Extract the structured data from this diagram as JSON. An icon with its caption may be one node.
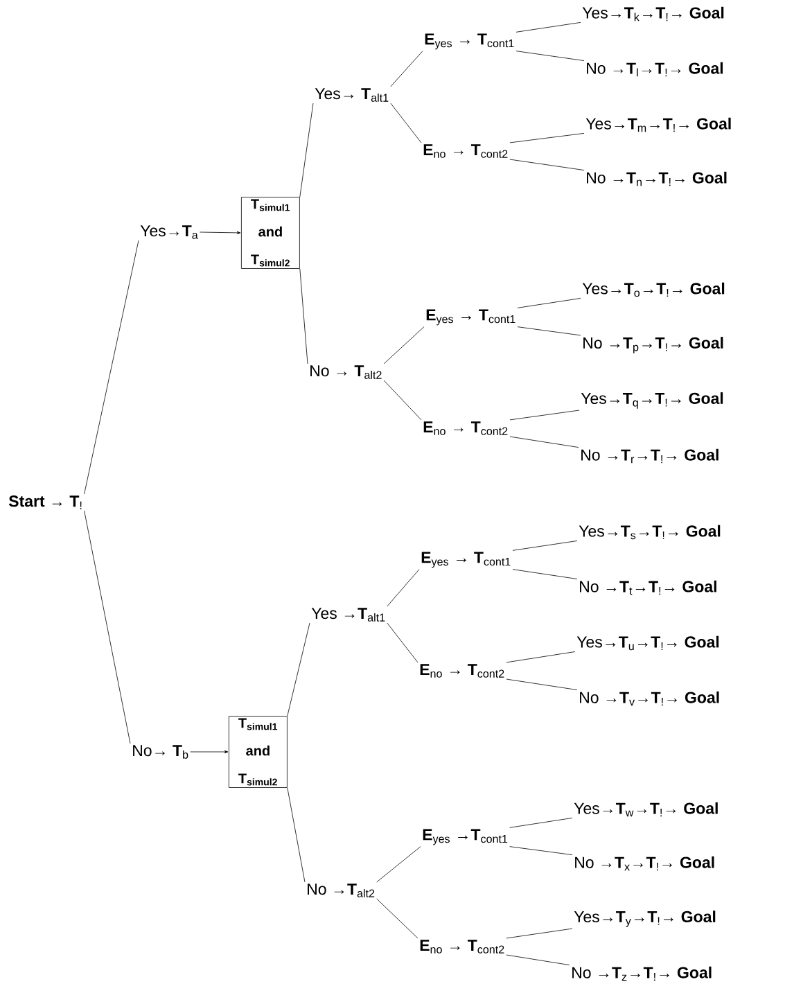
{
  "diagram": {
    "nodes": [
      {
        "text": [
          "**Start** → **T**$_{!}$"
        ]
      },
      {
        "text": [
          "Yes→**T**$_{a}$"
        ]
      },
      {
        "text": [
          "T$_{simul1}$ and T$_{simul2}$"
        ]
      },
      {
        "text": [
          "Yes→ **T**$_{alt1}$"
        ]
      },
      {
        "text": [
          "**E**$_{yes}$ → **T**$_{cont1}$"
        ]
      },
      {
        "text": [
          "Yes→**T**$_{k}$→**T**$_{!}$→ **Goal**"
        ]
      },
      {
        "text": [
          "No →**T**$_{l}$→**T**$_{!}$→ **Goal**"
        ]
      },
      {
        "text": [
          "**E**$_{no}$ → **T**$_{cont2}$"
        ]
      },
      {
        "text": [
          "Yes→**T**$_{m}$→**T**$_{!}$→ **Goal**"
        ]
      },
      {
        "text": [
          "No →**T**$_{n}$→**T**$_{!}$→ **Goal**"
        ]
      },
      {
        "text": [
          "No → **T**$_{alt2}$"
        ]
      },
      {
        "text": [
          "**E**$_{yes}$ → **T**$_{cont1}$"
        ]
      },
      {
        "text": [
          "Yes→**T**$_{o}$→**T**$_{!}$→ **Goal**"
        ]
      },
      {
        "text": [
          "No →**T**$_{p}$→**T**$_{!}$→ **Goal**"
        ]
      },
      {
        "text": [
          "**E**$_{no}$ → **T**$_{cont2}$"
        ]
      },
      {
        "text": [
          "Yes→**T**$_{q}$→**T**$_{!}$→ **Goal**"
        ]
      },
      {
        "text": [
          "No →**T**$_{r}$→**T**$_{!}$→ **Goal**"
        ]
      },
      {
        "text": [
          "No→ **T**$_{b}$"
        ]
      },
      {
        "text": [
          "T$_{simul1}$ and T$_{simul2}$"
        ]
      },
      {
        "text": [
          "Yes →**T**$_{alt1}$"
        ]
      },
      {
        "text": [
          "**E**$_{yes}$ → **T**$_{cont1}$"
        ]
      },
      {
        "text": [
          "Yes→**T**$_{s}$→**T**$_{!}$→ **Goal**"
        ]
      },
      {
        "text": [
          "No →**T**$_{t}$→**T**$_{!}$→ **Goal**"
        ]
      },
      {
        "text": [
          "**E**$_{no}$ → **T**$_{cont2}$"
        ]
      },
      {
        "text": [
          "Yes→**T**$_{u}$→**T**$_{!}$→ **Goal**"
        ]
      },
      {
        "text": [
          "No →**T**$_{v}$→**T**$_{!}$→ **Goal**"
        ]
      },
      {
        "text": [
          "No →**T**$_{alt2}$"
        ]
      },
      {
        "text": [
          "**E**$_{yes}$ →**T**$_{cont1}$"
        ]
      },
      {
        "text": [
          "Yes→**T**$_{w}$→**T**$_{!}$→ **Goal**"
        ]
      },
      {
        "text": [
          "No →**T**$_{x}$→**T**$_{!}$→ **Goal**"
        ]
      },
      {
        "text": [
          "**E**$_{no}$ → **T**$_{cont2}$"
        ]
      },
      {
        "text": [
          "Yes→**T**$_{y}$→**T**$_{!}$→ **Goal**"
        ]
      },
      {
        "text": [
          "No →**T**$_{z}$→**T**$_{!}$→ **Goal**"
        ]
      }
    ],
    "edges": [
      {
        "from": 0,
        "to": 1,
        "arrow": "none"
      },
      {
        "from": 1,
        "to": 2,
        "arrow": "to"
      },
      {
        "from": 2,
        "to": 3,
        "arrow": "none"
      },
      {
        "from": 3,
        "to": 4,
        "arrow": "none"
      },
      {
        "from": 4,
        "to": 5,
        "arrow": "none"
      },
      {
        "from": 4,
        "to": 6,
        "arrow": "none"
      },
      {
        "from": 3,
        "to": 7,
        "arrow": "none"
      },
      {
        "from": 7,
        "to": 8,
        "arrow": "none"
      },
      {
        "from": 7,
        "to": 9,
        "arrow": "none"
      },
      {
        "from": 2,
        "to": 10,
        "arrow": "none"
      },
      {
        "from": 10,
        "to": 11,
        "arrow": "none"
      },
      {
        "from": 11,
        "to": 12,
        "arrow": "none"
      },
      {
        "from": 11,
        "to": 13,
        "arrow": "none"
      },
      {
        "from": 10,
        "to": 14,
        "arrow": "none"
      },
      {
        "from": 14,
        "to": 15,
        "arrow": "none"
      },
      {
        "from": 14,
        "to": 16,
        "arrow": "none"
      },
      {
        "from": 0,
        "to": 17,
        "arrow": "none"
      },
      {
        "from": 17,
        "to": 18,
        "arrow": "to"
      },
      {
        "from": 18,
        "to": 19,
        "arrow": "none"
      },
      {
        "from": 19,
        "to": 20,
        "arrow": "none"
      },
      {
        "from": 20,
        "to": 21,
        "arrow": "none"
      },
      {
        "from": 20,
        "to": 22,
        "arrow": "none"
      },
      {
        "from": 19,
        "to": 23,
        "arrow": "none"
      },
      {
        "from": 23,
        "to": 24,
        "arrow": "none"
      },
      {
        "from": 23,
        "to": 25,
        "arrow": "none"
      },
      {
        "from": 18,
        "to": 26,
        "arrow": "none"
      },
      {
        "from": 26,
        "to": 27,
        "arrow": "none"
      },
      {
        "from": 27,
        "to": 28,
        "arrow": "none"
      },
      {
        "from": 27,
        "to": 29,
        "arrow": "none"
      },
      {
        "from": 26,
        "to": 30,
        "arrow": "none"
      },
      {
        "from": 30,
        "to": 31,
        "arrow": "none"
      },
      {
        "from": 30,
        "to": 32,
        "arrow": "none"
      }
    ]
  }
}
